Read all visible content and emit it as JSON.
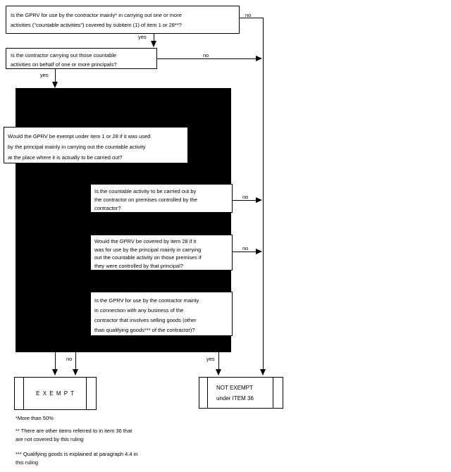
{
  "questions": {
    "q1": {
      "lines": [
        "Is the GPRV for use by the contractor mainly* in carrying out one or more",
        "activities (\"countable activities\") covered by subitem (1) of item 1 or 28**?"
      ]
    },
    "q2": {
      "lines": [
        "Is the contractor carrying out those countable",
        "activities on behalf of one or more principals?"
      ]
    },
    "q3": {
      "lines": [
        "Would the GPRV be exempt under item 1 or 28 if it was used",
        "by the principal mainly in carrying out the countable activity",
        "at the place where it is actually to be carried out?"
      ]
    },
    "q4": {
      "lines": [
        "Is the countable activity to be carried out by",
        "the contractor on premises controlled by the",
        "contractor?"
      ]
    },
    "q5": {
      "lines": [
        "Would the GPRV be covered by item 28 if it",
        "was for use by the principal mainly in carrying",
        "out the countable activity on those premises if",
        "they were controlled by that principal?"
      ]
    },
    "q6": {
      "lines": [
        "Is the GPRV for use by the contractor mainly",
        "in connection with any business of the",
        "contractor that involves selling goods (other",
        "than qualifying goods*** of the contractor)?"
      ]
    }
  },
  "edges": {
    "q1_yes": "yes",
    "q1_no": "no",
    "q2_yes": "yes",
    "q2_no": "no",
    "q4_no": "no",
    "q5_no": "no",
    "q6_no": "no",
    "q6_yes": "yes"
  },
  "terminals": {
    "exempt": {
      "label": "E X E M P T"
    },
    "not_exempt": {
      "lines": [
        "NOT EXEMPT",
        "under ITEM 36"
      ]
    }
  },
  "footnotes": [
    {
      "lines": [
        "*More than 50%"
      ]
    },
    {
      "lines": [
        "** There are other items referred to in item 36 that",
        "are not covered by this ruling"
      ]
    },
    {
      "lines": [
        "*** Qualifying goods is explained at paragraph 4.4 in",
        "this ruling"
      ]
    }
  ]
}
